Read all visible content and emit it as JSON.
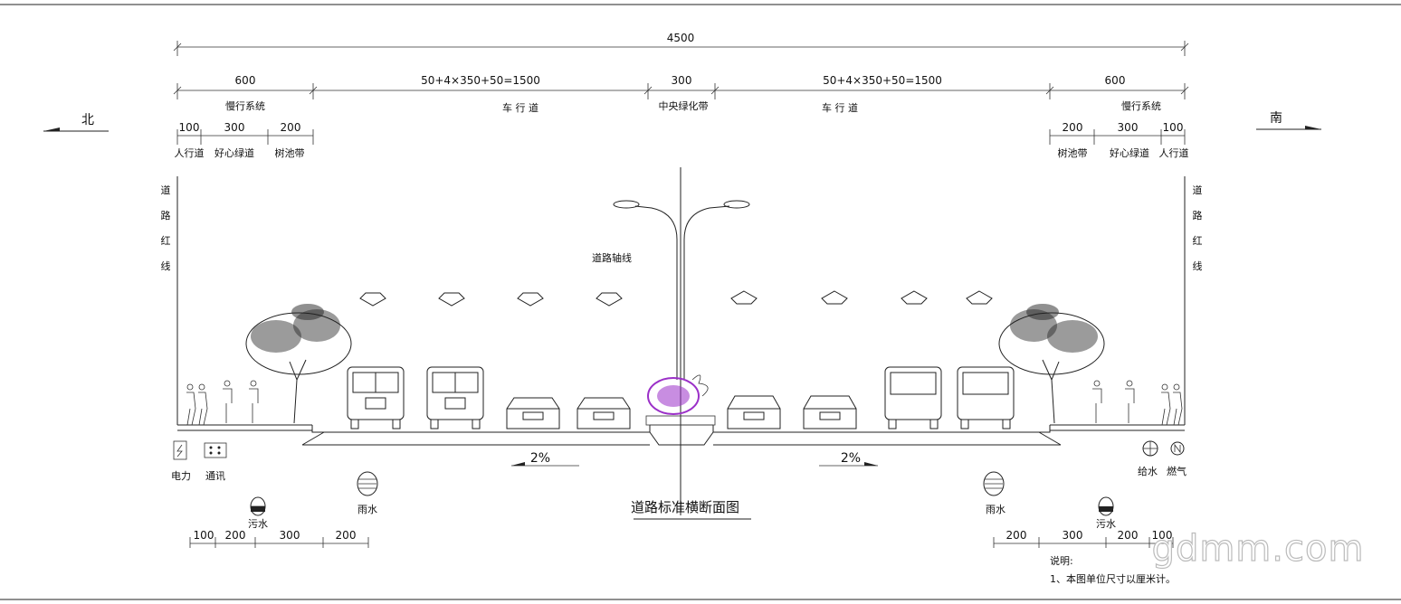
{
  "directions": {
    "north": "北",
    "south": "南"
  },
  "top_total": "4500",
  "segments": {
    "left_side": "600",
    "left_carriage": "50+4×350+50=1500",
    "median": "300",
    "right_carriage": "50+4×350+50=1500",
    "right_side": "600"
  },
  "segment_labels": {
    "left_slow": "慢行系统",
    "left_carriage": "车 行 道",
    "median": "中央绿化带",
    "right_carriage": "车 行 道",
    "right_slow": "慢行系统"
  },
  "left_sub": {
    "dims": [
      "100",
      "300",
      "200"
    ],
    "names": [
      "人行道",
      "好心绿道",
      "树池带"
    ]
  },
  "right_sub": {
    "dims": [
      "200",
      "300",
      "100"
    ],
    "names": [
      "树池带",
      "好心绿道",
      "人行道"
    ]
  },
  "red_line": {
    "chars": [
      "道",
      "路",
      "红",
      "线"
    ]
  },
  "axis_label": "道路轴线",
  "slopes": {
    "left": "2%",
    "right": "2%"
  },
  "utilities": {
    "power": "电力",
    "telecom": "通讯",
    "sewage_left": "污水",
    "rain_left": "雨水",
    "rain_right": "雨水",
    "sewage_right": "污水",
    "water": "给水",
    "gas": "燃气"
  },
  "title": "道路标准横断面图",
  "bottom_left_dims": [
    "100",
    "200",
    "300",
    "200"
  ],
  "bottom_right_dims": [
    "200",
    "300",
    "200",
    "100"
  ],
  "notes": {
    "heading": "说明:",
    "items": [
      "1、本图单位尺寸以厘米计。"
    ]
  },
  "watermark": "gdmm.com",
  "colors": {
    "line": "#222222",
    "flower": "#9b30c8"
  }
}
